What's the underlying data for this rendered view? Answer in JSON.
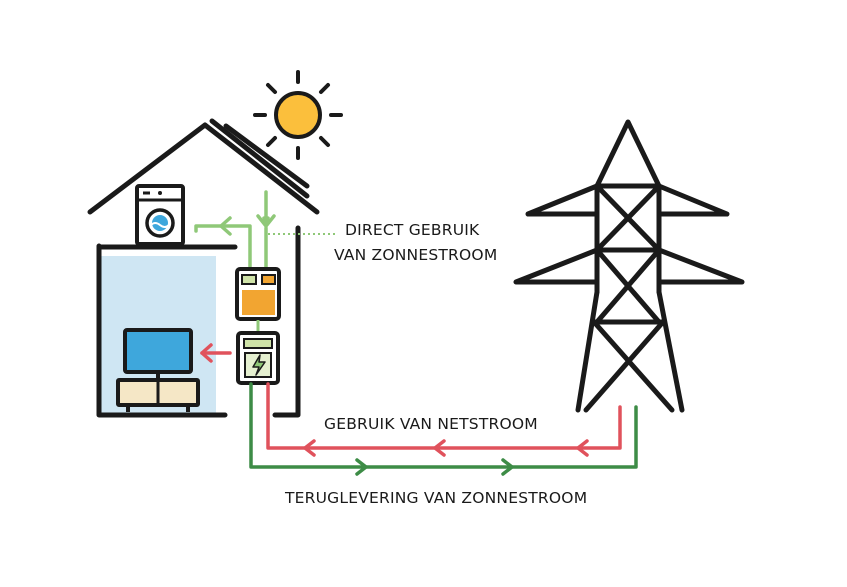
{
  "labels": {
    "direct_line1": "DIRECT GEBRUIK",
    "direct_line2": "VAN ZONNESTROOM",
    "grid_use": "GEBRUIK VAN NETSTROOM",
    "feed_in": "TERUGLEVERING VAN ZONNESTROOM"
  },
  "colors": {
    "outline": "#1a1a1a",
    "sun": "#fbbf3c",
    "room": "#cfe6f3",
    "screen": "#3ea7dc",
    "inverter": "#f2a531",
    "display": "#cfe3a8",
    "green_flow": "#3d8c46",
    "light_green_flow": "#8fc878",
    "red_flow": "#e0525c",
    "cabinet": "#f5e7c6"
  },
  "icons": [
    "sun-icon",
    "house-icon",
    "washing-machine-icon",
    "tv-icon",
    "tv-cabinet-icon",
    "inverter-icon",
    "energy-meter-icon",
    "pylon-icon"
  ]
}
